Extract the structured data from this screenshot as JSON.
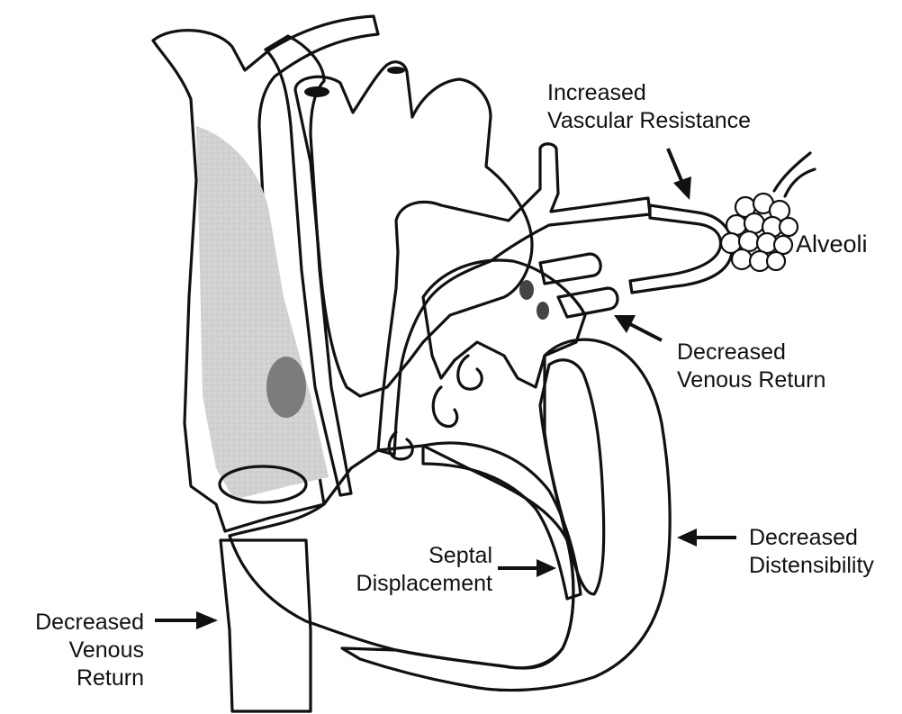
{
  "labels": {
    "vascular_resistance": [
      "Increased",
      "Vascular Resistance"
    ],
    "alveoli": "Alveoli",
    "venous_return_right": [
      "Decreased",
      "Venous Return"
    ],
    "distensibility": [
      "Decreased",
      "Distensibility"
    ],
    "septal": [
      "Septal",
      "Displacement"
    ],
    "venous_return_left": [
      "Decreased",
      "Venous",
      "Return"
    ]
  },
  "colors": {
    "dark_shading": "#7c7c7c",
    "medium_shading": "#9a9a9a",
    "light_shading": "#c9c9c9",
    "outline": "#111111"
  }
}
